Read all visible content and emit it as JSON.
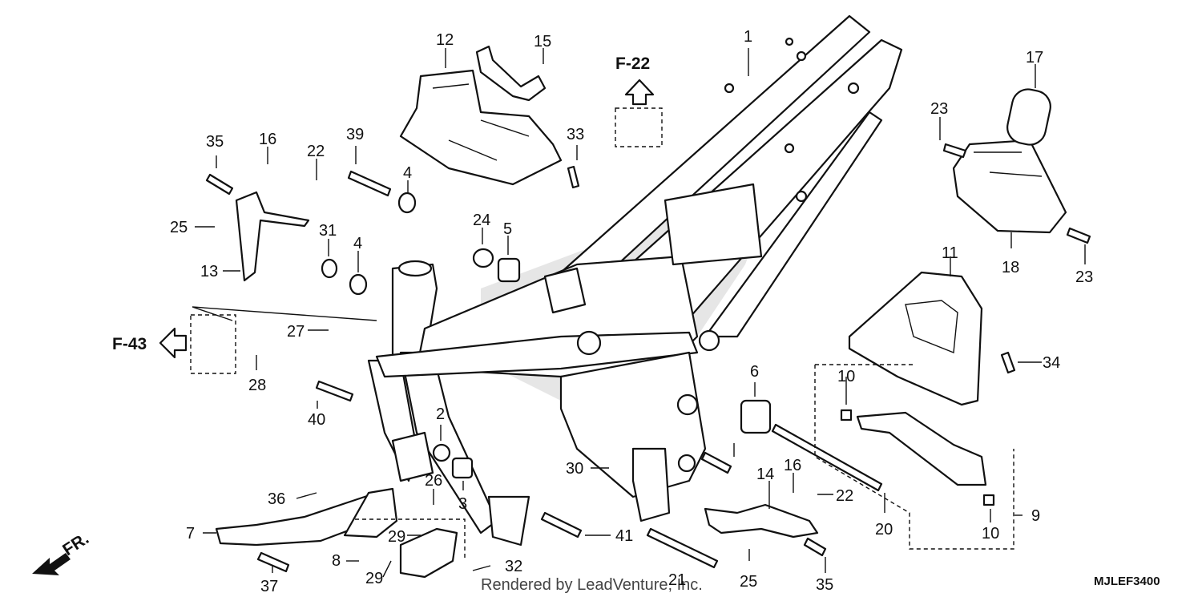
{
  "diagram_code": "MJLEF3400",
  "watermark": "Rendered by LeadVenture, Inc.",
  "front_indicator": "FR.",
  "references": [
    "F-22",
    "F-43"
  ],
  "callouts": [
    {
      "id": "c1",
      "label": "1"
    },
    {
      "id": "c2",
      "label": "2"
    },
    {
      "id": "c3",
      "label": "3"
    },
    {
      "id": "c4a",
      "label": "4"
    },
    {
      "id": "c4b",
      "label": "4"
    },
    {
      "id": "c5",
      "label": "5"
    },
    {
      "id": "c6",
      "label": "6"
    },
    {
      "id": "c7",
      "label": "7"
    },
    {
      "id": "c8",
      "label": "8"
    },
    {
      "id": "c9",
      "label": "9"
    },
    {
      "id": "c10a",
      "label": "10"
    },
    {
      "id": "c10b",
      "label": "10"
    },
    {
      "id": "c11",
      "label": "11"
    },
    {
      "id": "c12",
      "label": "12"
    },
    {
      "id": "c13",
      "label": "13"
    },
    {
      "id": "c14",
      "label": "14"
    },
    {
      "id": "c15",
      "label": "15"
    },
    {
      "id": "c16a",
      "label": "16"
    },
    {
      "id": "c16b",
      "label": "16"
    },
    {
      "id": "c17",
      "label": "17"
    },
    {
      "id": "c18",
      "label": "18"
    },
    {
      "id": "c20",
      "label": "20"
    },
    {
      "id": "c21",
      "label": "21"
    },
    {
      "id": "c22a",
      "label": "22"
    },
    {
      "id": "c22b",
      "label": "22"
    },
    {
      "id": "c23a",
      "label": "23"
    },
    {
      "id": "c23b",
      "label": "23"
    },
    {
      "id": "c24",
      "label": "24"
    },
    {
      "id": "c25a",
      "label": "25"
    },
    {
      "id": "c25b",
      "label": "25"
    },
    {
      "id": "c26",
      "label": "26"
    },
    {
      "id": "c27",
      "label": "27"
    },
    {
      "id": "c28",
      "label": "28"
    },
    {
      "id": "c29a",
      "label": "29"
    },
    {
      "id": "c29b",
      "label": "29"
    },
    {
      "id": "c30",
      "label": "30"
    },
    {
      "id": "c31",
      "label": "31"
    },
    {
      "id": "c32",
      "label": "32"
    },
    {
      "id": "c33",
      "label": "33"
    },
    {
      "id": "c34",
      "label": "34"
    },
    {
      "id": "c35a",
      "label": "35"
    },
    {
      "id": "c35b",
      "label": "35"
    },
    {
      "id": "c36",
      "label": "36"
    },
    {
      "id": "c37",
      "label": "37"
    },
    {
      "id": "c39",
      "label": "39"
    },
    {
      "id": "c40",
      "label": "40"
    },
    {
      "id": "c41",
      "label": "41"
    }
  ]
}
